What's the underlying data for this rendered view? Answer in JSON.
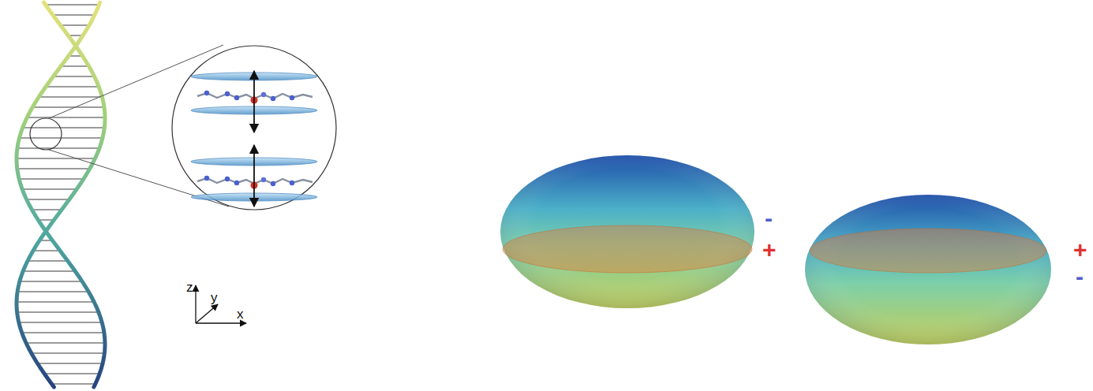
{
  "diagram": {
    "labels": [
      "z",
      "y",
      "x",
      "-",
      "+",
      "+",
      "-"
    ]
  }
}
